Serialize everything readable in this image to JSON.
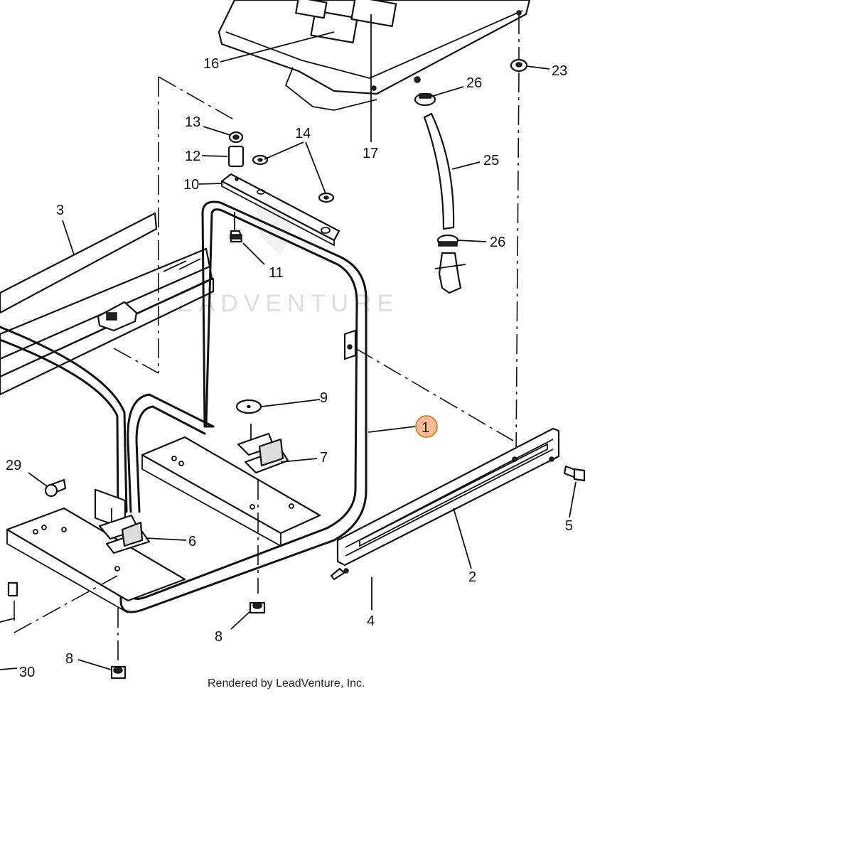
{
  "watermark": "LEADVENTURE",
  "credit": "Rendered by LeadVenture, Inc.",
  "highlight_color": "#F5B183",
  "selected_callout": "1",
  "callouts": {
    "c1": "1",
    "c2": "2",
    "c3": "3",
    "c4": "4",
    "c5": "5",
    "c6": "6",
    "c7": "7",
    "c8a": "8",
    "c8b": "8",
    "c9": "9",
    "c10": "10",
    "c11": "11",
    "c12": "12",
    "c13": "13",
    "c14": "14",
    "c16": "16",
    "c17": "17",
    "c23": "23",
    "c25": "25",
    "c26a": "26",
    "c26b": "26",
    "c29": "29",
    "c30": "30"
  }
}
